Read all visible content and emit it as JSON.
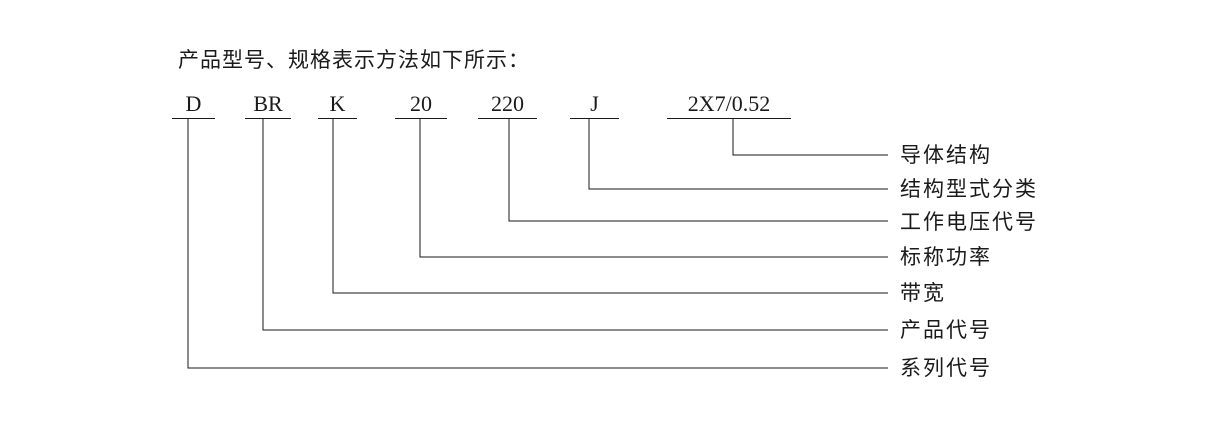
{
  "title": "产品型号、规格表示方法如下所示：",
  "codes": [
    "D",
    "BR",
    "K",
    "20",
    "220",
    "J",
    "2X7/0.52"
  ],
  "labels": [
    "导体结构",
    "结构型式分类",
    "工作电压代号",
    "标称功率",
    "带宽",
    "产品代号",
    "系列代号"
  ],
  "legend": [
    {
      "code": "2X7/0.52",
      "meaning": "导体结构"
    },
    {
      "code": "J",
      "meaning": "结构型式分类"
    },
    {
      "code": "220",
      "meaning": "工作电压代号"
    },
    {
      "code": "20",
      "meaning": "标称功率"
    },
    {
      "code": "K",
      "meaning": "带宽"
    },
    {
      "code": "BR",
      "meaning": "产品代号"
    },
    {
      "code": "D",
      "meaning": "系列代号"
    }
  ],
  "colors": {
    "text": "#1a1a1a",
    "line": "#1a1a1a",
    "background": "#ffffff"
  }
}
